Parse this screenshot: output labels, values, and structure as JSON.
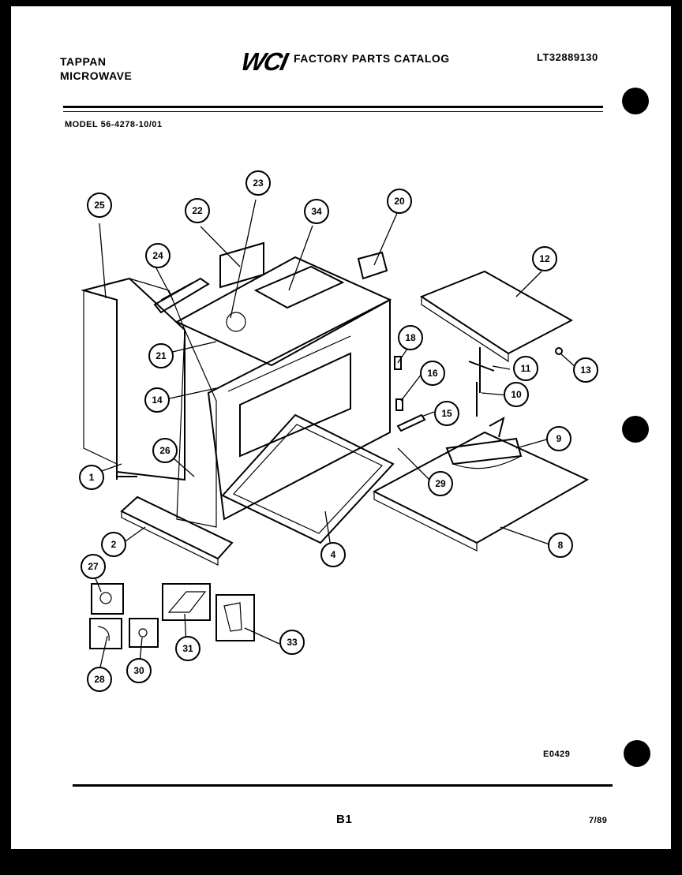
{
  "header": {
    "brand_line1": "TAPPAN",
    "brand_line2": "MICROWAVE",
    "logo": "WCI",
    "catalog_title": "FACTORY PARTS CATALOG",
    "catalog_number": "LT32889130"
  },
  "model_line": "MODEL 56-4278-10/01",
  "callouts": [
    "1",
    "2",
    "4",
    "8",
    "9",
    "10",
    "11",
    "12",
    "13",
    "14",
    "15",
    "16",
    "18",
    "20",
    "21",
    "22",
    "23",
    "24",
    "25",
    "26",
    "27",
    "28",
    "29",
    "30",
    "31",
    "33",
    "34",
    "26"
  ],
  "footer": {
    "drawing_code": "E0429",
    "page_number": "B1",
    "date": "7/89"
  }
}
